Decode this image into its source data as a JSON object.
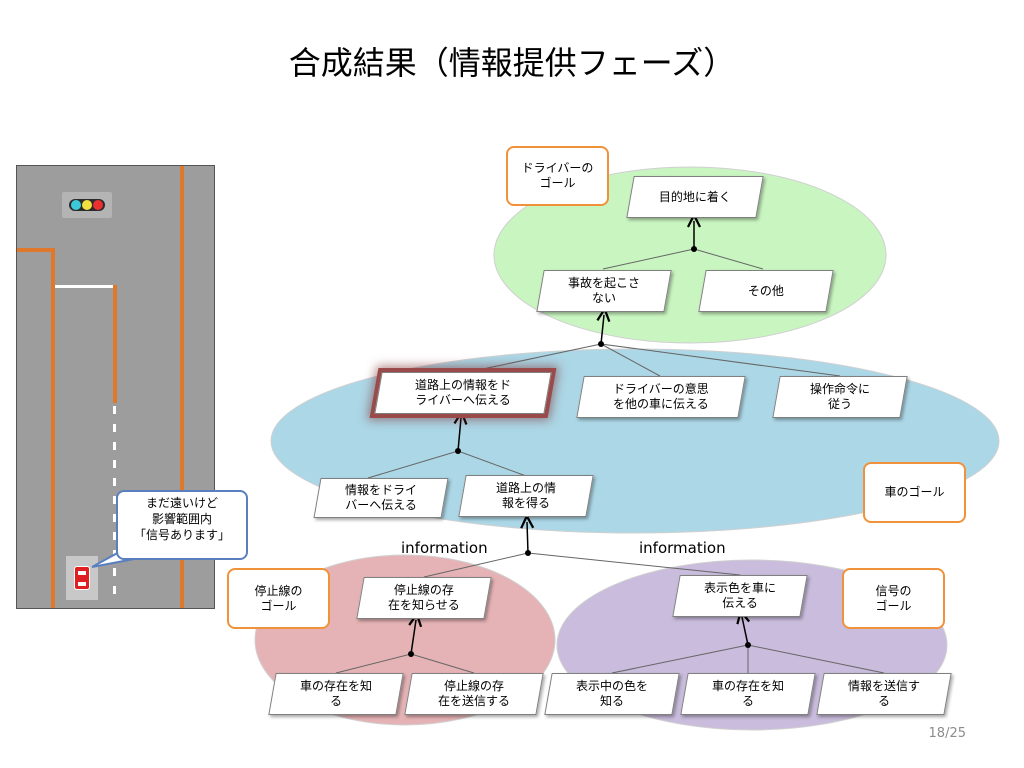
{
  "title": "合成結果（情報提供フェーズ）",
  "page_number": "18/25",
  "colors": {
    "driver_ellipse": "#c9f5c0",
    "car_ellipse": "#acd7e6",
    "stopline_ellipse": "#e5b3b5",
    "signal_ellipse": "#c9bcdc",
    "goal_border": "#f0923a",
    "road": "#9d9d9d",
    "lane_line": "#e0782c",
    "callout_border": "#5a7fbf",
    "highlight": "#9b4a4a"
  },
  "goals": {
    "driver": "ドライバーの\nゴール",
    "car": "車のゴール",
    "stopline": "停止線の\nゴール",
    "signal": "信号の\nゴール"
  },
  "nodes": {
    "arrive": "目的地に着く",
    "no_accident": "事故を起こさ\nない",
    "other": "その他",
    "convey_road_info": "道路上の情報をド\nライバーへ伝える",
    "convey_intent": "ドライバーの意思\nを他の車に伝える",
    "obey_commands": "操作命令に\n従う",
    "info_to_driver": "情報をドライ\nバーへ伝える",
    "get_road_info": "道路上の情\n報を得る",
    "tell_car_existence": "停止線の存\n在を知らせる",
    "tell_color": "表示色を車に\n伝える",
    "know_car_existence_1": "車の存在を知\nる",
    "send_stopline_existence": "停止線の存\n在を送信する",
    "know_current_color": "表示中の色を\n知る",
    "know_car_existence_2": "車の存在を知\nる",
    "send_info": "情報を送信す\nる"
  },
  "information_labels": {
    "left": "information",
    "right": "information"
  },
  "callout": {
    "text": "まだ遠いけど\n影響範囲内\n「信号あります」"
  },
  "traffic_light": {
    "lamp_colors": [
      "#3cc8d8",
      "#f0e040",
      "#e83030"
    ]
  }
}
